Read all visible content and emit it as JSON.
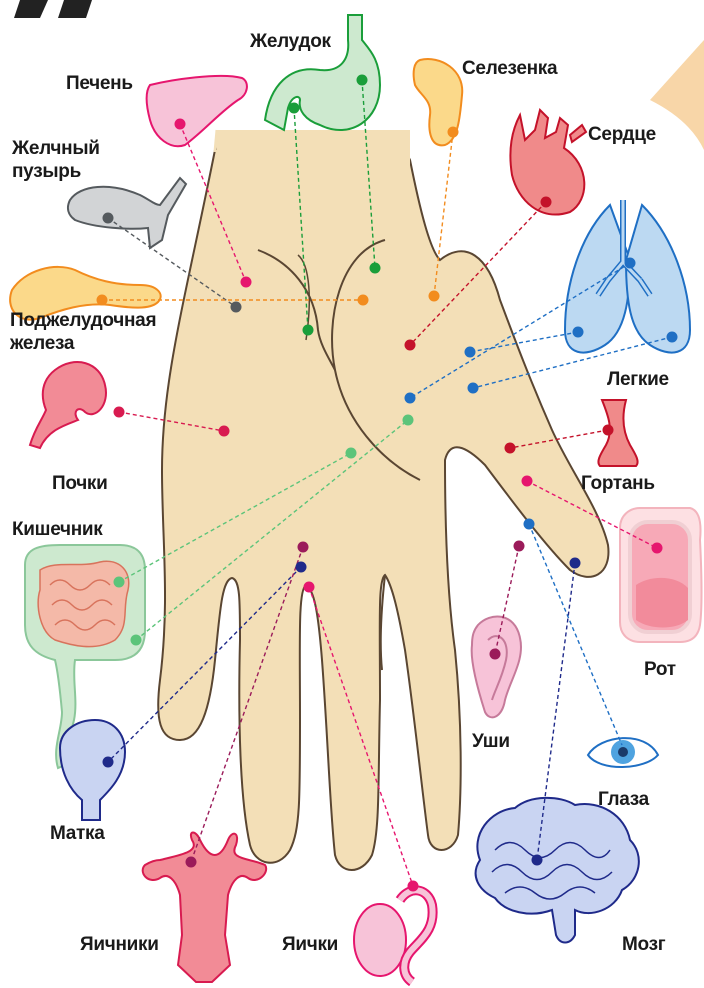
{
  "labels": {
    "zheludok": "Желудок",
    "pechen": "Печень",
    "selezenka": "Селезенка",
    "serdce": "Сердце",
    "zhelchny_1": "Желчный",
    "zhelchny_2": "пузырь",
    "podzhel_1": "Поджелудочная",
    "podzhel_2": "железа",
    "legkie": "Легкие",
    "pochki": "Почки",
    "gortan": "Гортань",
    "kishechnik": "Кишечник",
    "rot": "Рот",
    "ushi": "Уши",
    "glaza": "Глаза",
    "matka": "Матка",
    "yaichniki": "Яичники",
    "yaichki": "Яички",
    "mozg": "Мозг"
  },
  "colors": {
    "zheludok": "#1a9e3a",
    "pechen": "#e6166e",
    "selezenka": "#f28c1e",
    "serdce": "#c4122a",
    "zhelchny": "#555a5e",
    "podzhel": "#f28c1e",
    "legkie": "#1f6fc4",
    "pochki": "#d81b50",
    "gortan": "#c4122a",
    "kishechnik": "#5cc47a",
    "rot": "#e6166e",
    "ushi": "#9b1b5a",
    "glaza": "#1f6fc4",
    "matka": "#1f2a8a",
    "yaichniki": "#9b1b5a",
    "yaichki": "#e6166e",
    "mozg": "#1f2a8a",
    "hand_fill": "#f3dfb7",
    "hand_stroke": "#5a4632"
  }
}
